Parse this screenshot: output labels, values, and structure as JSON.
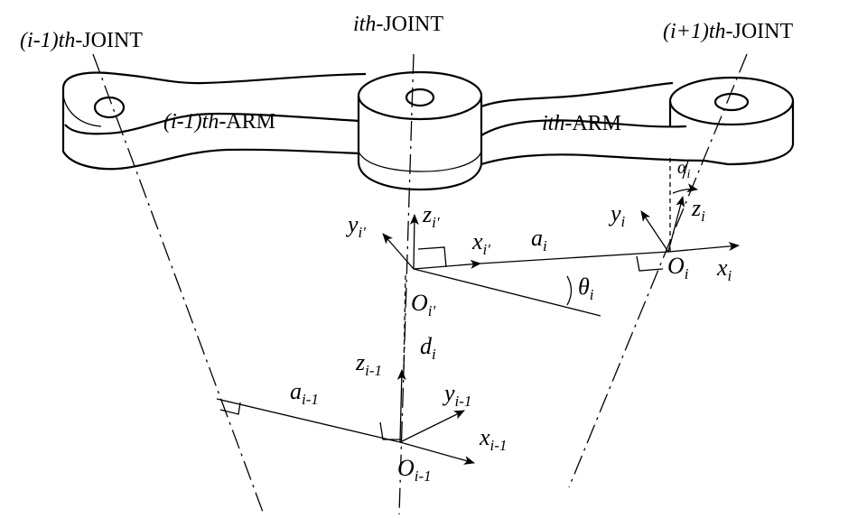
{
  "joints": {
    "prev": {
      "italic": "(i-1)th",
      "text": "-JOINT"
    },
    "curr": {
      "italic": "ith",
      "text": "-JOINT"
    },
    "next": {
      "italic": "(i+1)th",
      "text": "-JOINT"
    }
  },
  "arms": {
    "prev": {
      "italic": "(i-1)th",
      "text": "-ARM"
    },
    "curr": {
      "italic": "ith",
      "text": "-ARM"
    }
  },
  "frame_i": {
    "y": "y",
    "y_sub": "i'",
    "z": "z",
    "z_sub": "i'",
    "x": "x",
    "x_sub": "i'",
    "o": "O",
    "o_sub": "i'"
  },
  "frame_i_next": {
    "y": "y",
    "y_sub": "i",
    "z": "z",
    "z_sub": "i",
    "x": "x",
    "x_sub": "i",
    "o": "O",
    "o_sub": "i"
  },
  "frame_i_prev": {
    "z": "z",
    "z_sub": "i-1",
    "y": "y",
    "y_sub": "i-1",
    "x": "x",
    "x_sub": "i-1",
    "o": "O",
    "o_sub": "i-1"
  },
  "params": {
    "a_i": "a",
    "a_i_sub": "i",
    "theta": "θ",
    "theta_sub": "i",
    "d": "d",
    "d_sub": "i",
    "a_prev": "a",
    "a_prev_sub": "i-1",
    "alpha": "α",
    "alpha_sub": "i"
  }
}
